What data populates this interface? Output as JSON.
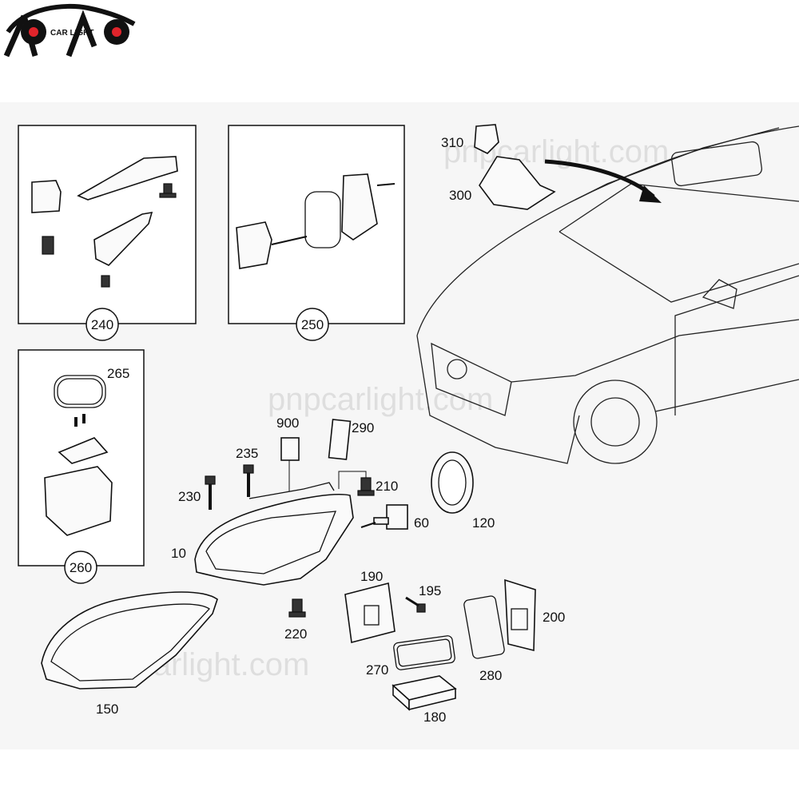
{
  "brand": {
    "logo_text": "CAR LIGHT",
    "colors": {
      "ink": "#111111",
      "accent": "#e0242b",
      "band": "#f6f6f6"
    }
  },
  "watermark": "pnpcarlight.com",
  "callouts": {
    "p10": "10",
    "p60": "60",
    "p120": "120",
    "p150": "150",
    "p180": "180",
    "p190": "190",
    "p195": "195",
    "p200": "200",
    "p210": "210",
    "p220": "220",
    "p230": "230",
    "p235": "235",
    "p240": "240",
    "p250": "250",
    "p260": "260",
    "p265": "265",
    "p270": "270",
    "p280": "280",
    "p290": "290",
    "p300": "300",
    "p310": "310",
    "p900": "900"
  },
  "icons": [
    "logo-car-icon",
    "headlamp-icon",
    "bulb-icon",
    "ballast-icon",
    "gasket-icon",
    "screw-icon",
    "car-outline-icon"
  ]
}
